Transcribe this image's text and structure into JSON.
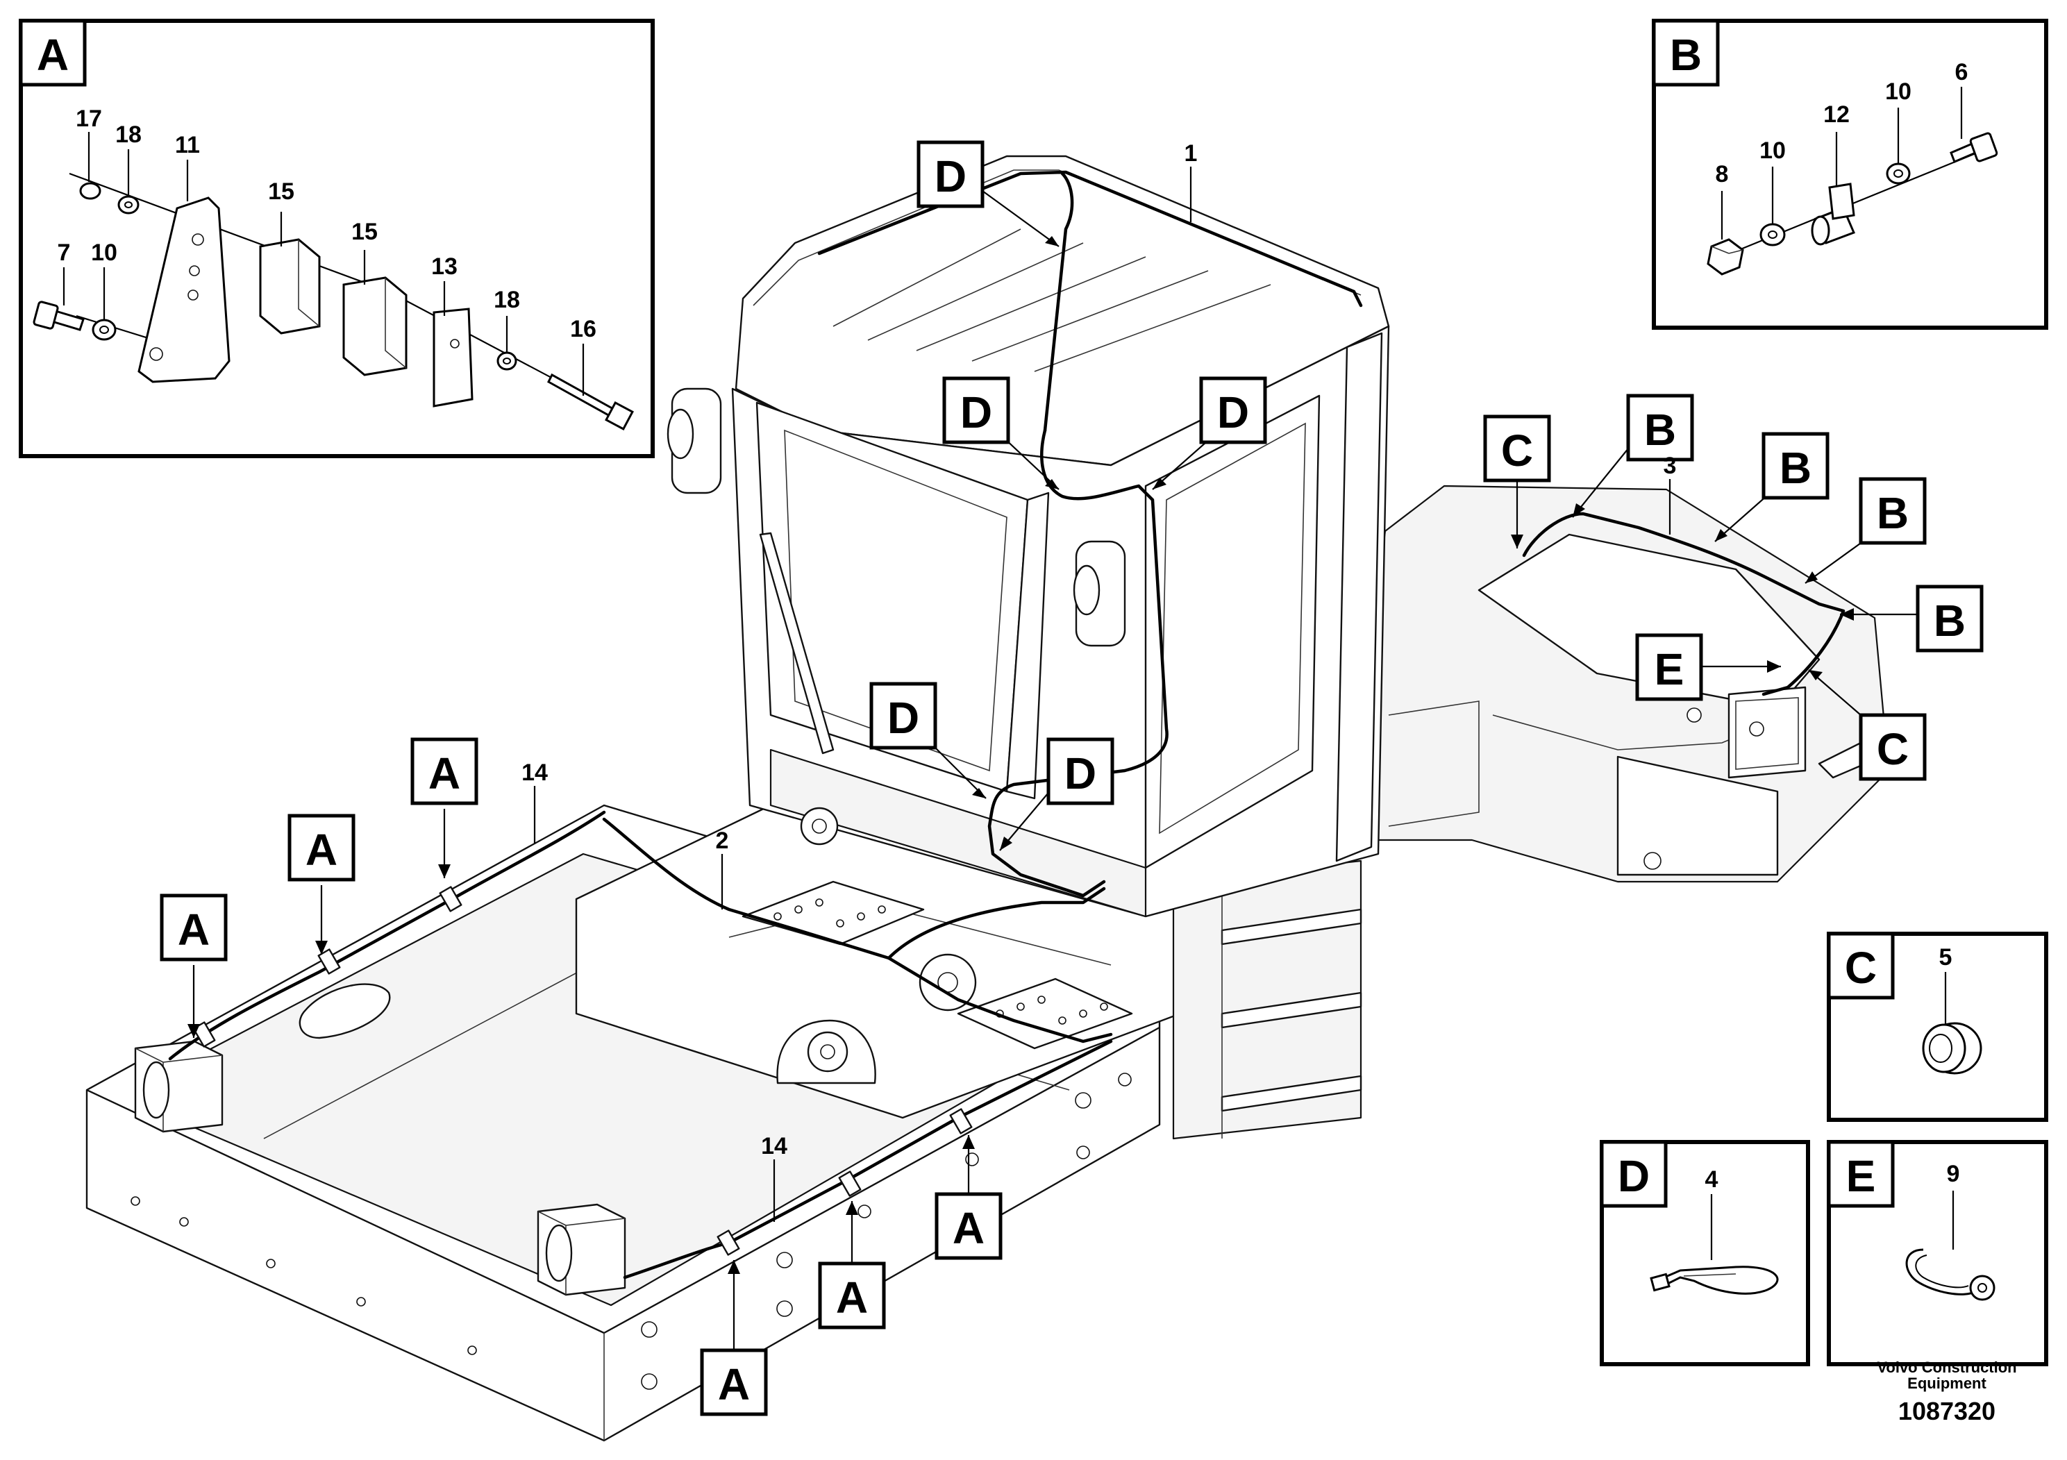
{
  "panels": {
    "A": {
      "label": "A",
      "numbers": {
        "n17": "17",
        "n18a": "18",
        "n11": "11",
        "n15a": "15",
        "n15b": "15",
        "n7": "7",
        "n10": "10",
        "n13": "13",
        "n18b": "18",
        "n16": "16"
      }
    },
    "B": {
      "label": "B",
      "numbers": {
        "n8": "8",
        "n10a": "10",
        "n12": "12",
        "n10b": "10",
        "n6": "6"
      }
    },
    "C": {
      "label": "C",
      "numbers": {
        "n5": "5"
      }
    },
    "D": {
      "label": "D",
      "numbers": {
        "n4": "4"
      }
    },
    "E": {
      "label": "E",
      "numbers": {
        "n9": "9"
      }
    }
  },
  "main": {
    "callouts": {
      "A": "A",
      "B": "B",
      "C": "C",
      "D": "D",
      "E": "E"
    },
    "numbers": {
      "n1": "1",
      "n2": "2",
      "n3": "3",
      "n14a": "14",
      "n14b": "14"
    }
  },
  "footer": {
    "company_line1": "Volvo Construction",
    "company_line2": "Equipment",
    "doc_number": "1087320"
  },
  "colors": {
    "ink": "#000000",
    "paper": "#ffffff"
  }
}
